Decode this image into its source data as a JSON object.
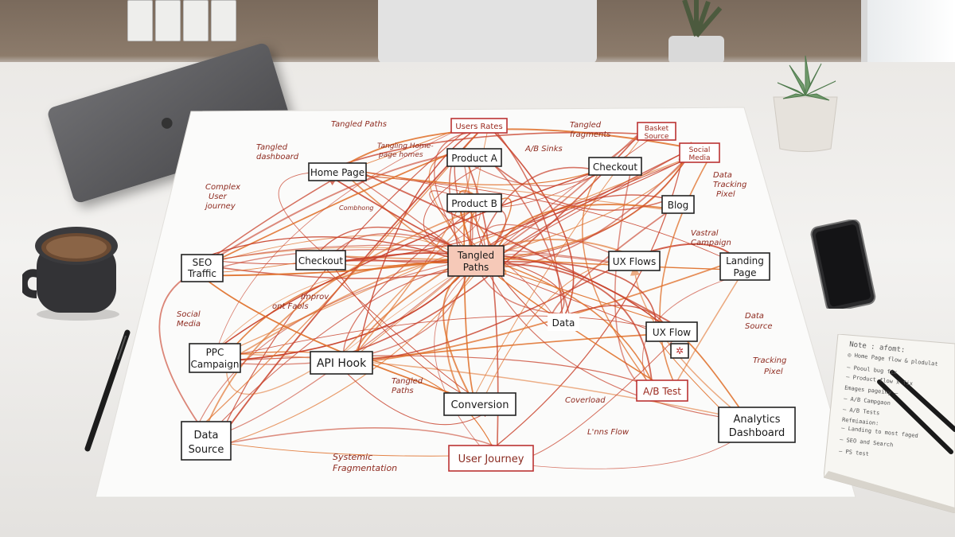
{
  "colors": {
    "accent": "#c0392b",
    "line_red": "#c8402a",
    "line_orange": "#e0702a",
    "ink": "#222222",
    "paper": "#fbfbfa",
    "center_fill": "#f6c9b8"
  },
  "diagram": {
    "boxes": {
      "home_page": "Home Page",
      "product_a": "Product A",
      "product_b": "Product B",
      "checkout_top": "Checkout",
      "blog": "Blog",
      "seo_line1": "SEO",
      "seo_line2": "Traffic",
      "checkout_left": "Checkout",
      "tangled_line1": "Tangled",
      "tangled_line2": "Paths",
      "ux_flows": "UX Flows",
      "landing_line1": "Landing",
      "landing_line2": "Page",
      "data": "Data",
      "ux_flow": "UX Flow",
      "ppc_line1": "PPC",
      "ppc_line2": "Campaign",
      "api_hook": "API Hook",
      "conversion": "Conversion",
      "ab_test": "A/B Test",
      "analytics_line1": "Analytics",
      "analytics_line2": "Dashboard",
      "data_source_line1": "Data",
      "data_source_line2": "Source",
      "user_journey": "User Journey",
      "users_rates": "Users Rates",
      "basket_line1": "Basket",
      "basket_line2": "Source",
      "social_media_line1": "Social",
      "social_media_line2": "Media",
      "ux_flow_icon": "✲"
    },
    "annotations": {
      "tangled_paths_top": "Tangled Paths",
      "tangled_dashboard_1": "Tangled",
      "tangled_dashboard_2": "dashboard",
      "tangling_1": "Tangling Home-",
      "tangling_2": "page   homes",
      "ab_sinks": "A/B Sinks",
      "tangled_fragments_1": "Tangled",
      "tangled_fragments_2": "fragments",
      "complex_1": "Complex",
      "complex_2": "User",
      "complex_3": "journey",
      "combing": "Combhong",
      "data_tracking_1": "Data",
      "data_tracking_2": "Tracking",
      "data_tracking_3": "Pixel",
      "viral_1": "Vastral",
      "viral_2": "Campaign",
      "improv_1": "Improv",
      "improv_2": "ont Faols",
      "social_left_1": "Social",
      "social_left_2": "Media",
      "data_source_right_1": "Data",
      "data_source_right_2": "Source",
      "tracking_1": "Tracking",
      "tracking_2": "Pixel",
      "tangled_paths_mid_1": "Tangled",
      "tangled_paths_mid_2": "Paths",
      "coverload": "Coverload",
      "lins_flow": "L'nns Flow",
      "systemic_1": "Systemic",
      "systemic_2": "Fragmentation"
    }
  },
  "notebook": {
    "title": "Note : afomt:",
    "lines": [
      "◎ Home Page flow & plodulat",
      "– Pooul bug fix",
      "– Product flow x fix",
      "Emages pageiny –",
      "– A/B Campgaon",
      "– A/B Tests",
      "Refmiaaion:",
      "– Landing to most faged",
      "– SEO and Search",
      "– PS test"
    ]
  },
  "icons": [
    "laptop-icon",
    "coffee-mug-icon",
    "succulent-plant-icon",
    "smartphone-icon",
    "pen-icon",
    "notebook-icon"
  ]
}
